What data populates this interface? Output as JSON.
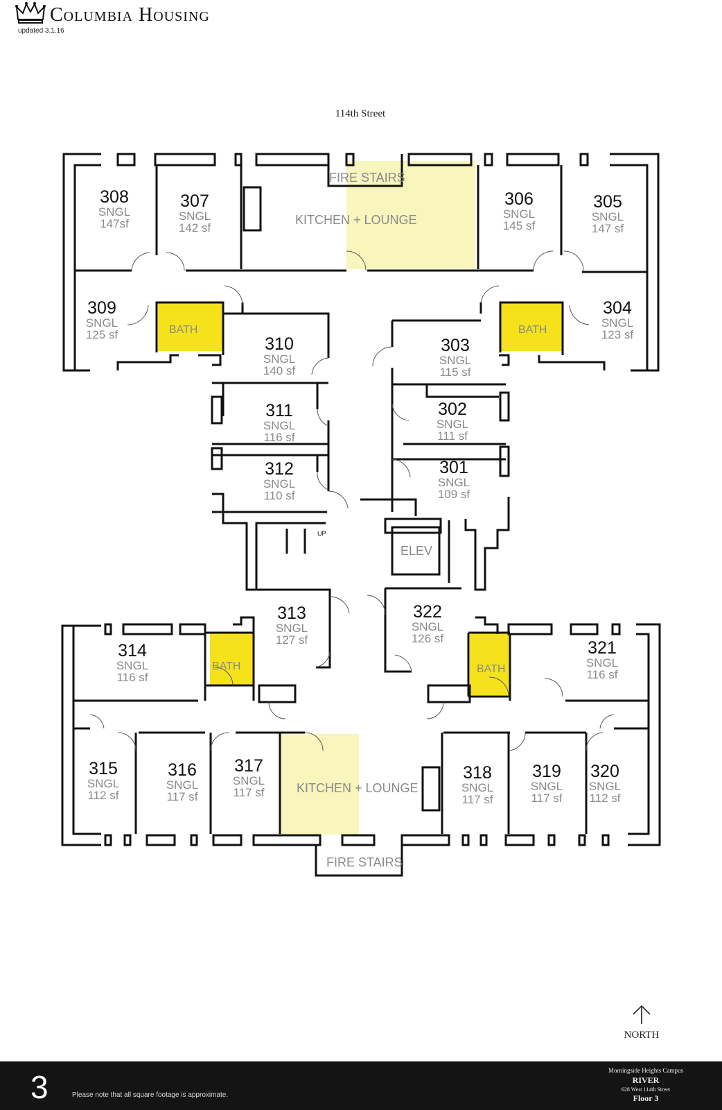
{
  "header": {
    "brand": "Columbia Housing",
    "updated": "updated 3.1.16",
    "logo_icon": "crown-icon"
  },
  "street": "114th Street",
  "rooms": [
    {
      "num": "308",
      "type": "SNGL",
      "sf": "147sf"
    },
    {
      "num": "307",
      "type": "SNGL",
      "sf": "142 sf"
    },
    {
      "num": "306",
      "type": "SNGL",
      "sf": "145 sf"
    },
    {
      "num": "305",
      "type": "SNGL",
      "sf": "147 sf"
    },
    {
      "num": "309",
      "type": "SNGL",
      "sf": "125 sf"
    },
    {
      "num": "304",
      "type": "SNGL",
      "sf": "123 sf"
    },
    {
      "num": "310",
      "type": "SNGL",
      "sf": "140 sf"
    },
    {
      "num": "303",
      "type": "SNGL",
      "sf": "115 sf"
    },
    {
      "num": "311",
      "type": "SNGL",
      "sf": "116 sf"
    },
    {
      "num": "302",
      "type": "SNGL",
      "sf": "111 sf"
    },
    {
      "num": "312",
      "type": "SNGL",
      "sf": "110 sf"
    },
    {
      "num": "301",
      "type": "SNGL",
      "sf": "109 sf"
    },
    {
      "num": "313",
      "type": "SNGL",
      "sf": "127 sf"
    },
    {
      "num": "322",
      "type": "SNGL",
      "sf": "126 sf"
    },
    {
      "num": "314",
      "type": "SNGL",
      "sf": "116 sf"
    },
    {
      "num": "321",
      "type": "SNGL",
      "sf": "116 sf"
    },
    {
      "num": "315",
      "type": "SNGL",
      "sf": "112 sf"
    },
    {
      "num": "316",
      "type": "SNGL",
      "sf": "117 sf"
    },
    {
      "num": "317",
      "type": "SNGL",
      "sf": "117 sf"
    },
    {
      "num": "318",
      "type": "SNGL",
      "sf": "117 sf"
    },
    {
      "num": "319",
      "type": "SNGL",
      "sf": "117 sf"
    },
    {
      "num": "320",
      "type": "SNGL",
      "sf": "112 sf"
    }
  ],
  "labels": {
    "fire_stairs_top": "FIRE STAIRS",
    "fire_stairs_bottom": "FIRE STAIRS",
    "kitchen_top": "KITCHEN + LOUNGE",
    "kitchen_bottom": "KITCHEN + LOUNGE",
    "bath_tl": "BATH",
    "bath_tr": "BATH",
    "bath_bl": "BATH",
    "bath_br": "BATH",
    "elev": "ELEV",
    "up": "UP"
  },
  "colors": {
    "bath": "#f5e21b",
    "lounge": "#f8f5bd",
    "wall": "#111111"
  },
  "north": {
    "label": "NORTH",
    "icon": "north-arrow-icon"
  },
  "footer": {
    "floor_number": "3",
    "note": "Please note that all square footage is approximate.",
    "campus": "Morningside Heights Campus",
    "building": "RIVER",
    "address": "628 West 114th Street",
    "floor_label": "Floor 3"
  }
}
